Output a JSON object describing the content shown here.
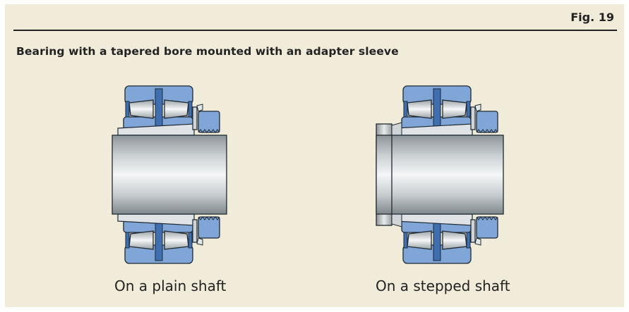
{
  "figure": {
    "label": "Fig. 19",
    "title": "Bearing with a tapered bore mounted with an adapter sleeve"
  },
  "panels": [
    {
      "caption": "On a plain shaft"
    },
    {
      "caption": "On a stepped shaft"
    }
  ],
  "colors": {
    "background": "#f1ecda",
    "bearing_blue": "#7fa6d6",
    "bearing_dark_blue": "#3f6fb0",
    "steel_light": "#f2f4f5",
    "steel_dark": "#8d9598",
    "outline": "#1f2a33"
  }
}
